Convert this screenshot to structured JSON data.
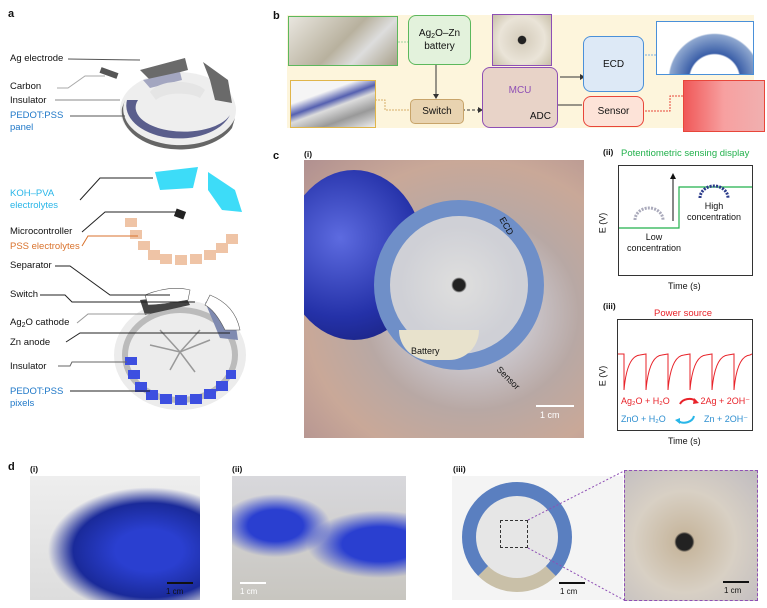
{
  "panel_labels": {
    "a": "a",
    "b": "b",
    "c": "c",
    "d": "d"
  },
  "panel_a": {
    "labels": {
      "ag_electrode": "Ag electrode",
      "carbon": "Carbon",
      "insulator_top": "Insulator",
      "pedot_panel_1": "PEDOT:PSS",
      "pedot_panel_2": "panel",
      "koh_1": "KOH–PVA",
      "koh_2": "electrolytes",
      "microcontroller": "Microcontroller",
      "pss": "PSS electrolytes",
      "separator": "Separator",
      "switch": "Switch",
      "ag2o_pre": "Ag",
      "ag2o_sub": "2",
      "ag2o_post": "O cathode",
      "zn_anode": "Zn anode",
      "insulator_bottom": "Insulator",
      "pedot_pixels_1": "PEDOT:PSS",
      "pedot_pixels_2": "pixels"
    }
  },
  "panel_b": {
    "battery_pre": "Ag",
    "battery_sub": "2",
    "battery_post": "O–Zn",
    "battery_line2": "battery",
    "switch": "Switch",
    "mcu": "MCU",
    "adc": "ADC",
    "ecd": "ECD",
    "sensor": "Sensor",
    "colors": {
      "battery": "#5cb85c",
      "switch": "#c8a46a",
      "mcu": "#8e4fb5",
      "ecd": "#4a90d9",
      "sensor": "#e8463a",
      "background": "#fdf5dc"
    }
  },
  "panel_c": {
    "sub_i": "(i)",
    "photo_labels": {
      "ecd": "ECD",
      "battery": "Battery",
      "sensor": "Sensor",
      "scale": "1 cm"
    },
    "sub_ii": "(ii)",
    "ii_title": "Potentiometric sensing display",
    "ii_ylabel": "E (V)",
    "ii_xlabel": "Time (s)",
    "low_1": "Low",
    "low_2": "concentration",
    "high_1": "High",
    "high_2": "concentration",
    "sub_iii": "(iii)",
    "iii_title": "Power source",
    "iii_ylabel": "E (V)",
    "iii_xlabel": "Time (s)",
    "rxn_left_top": "Ag₂O + H₂O",
    "rxn_right_top": "2Ag + 2OH⁻",
    "rxn_left_bottom": "ZnO + H₂O",
    "rxn_right_bottom": "Zn + 2OH⁻"
  },
  "panel_d": {
    "sub_i": "(i)",
    "sub_ii": "(ii)",
    "sub_iii": "(iii)",
    "scale": "1 cm"
  }
}
